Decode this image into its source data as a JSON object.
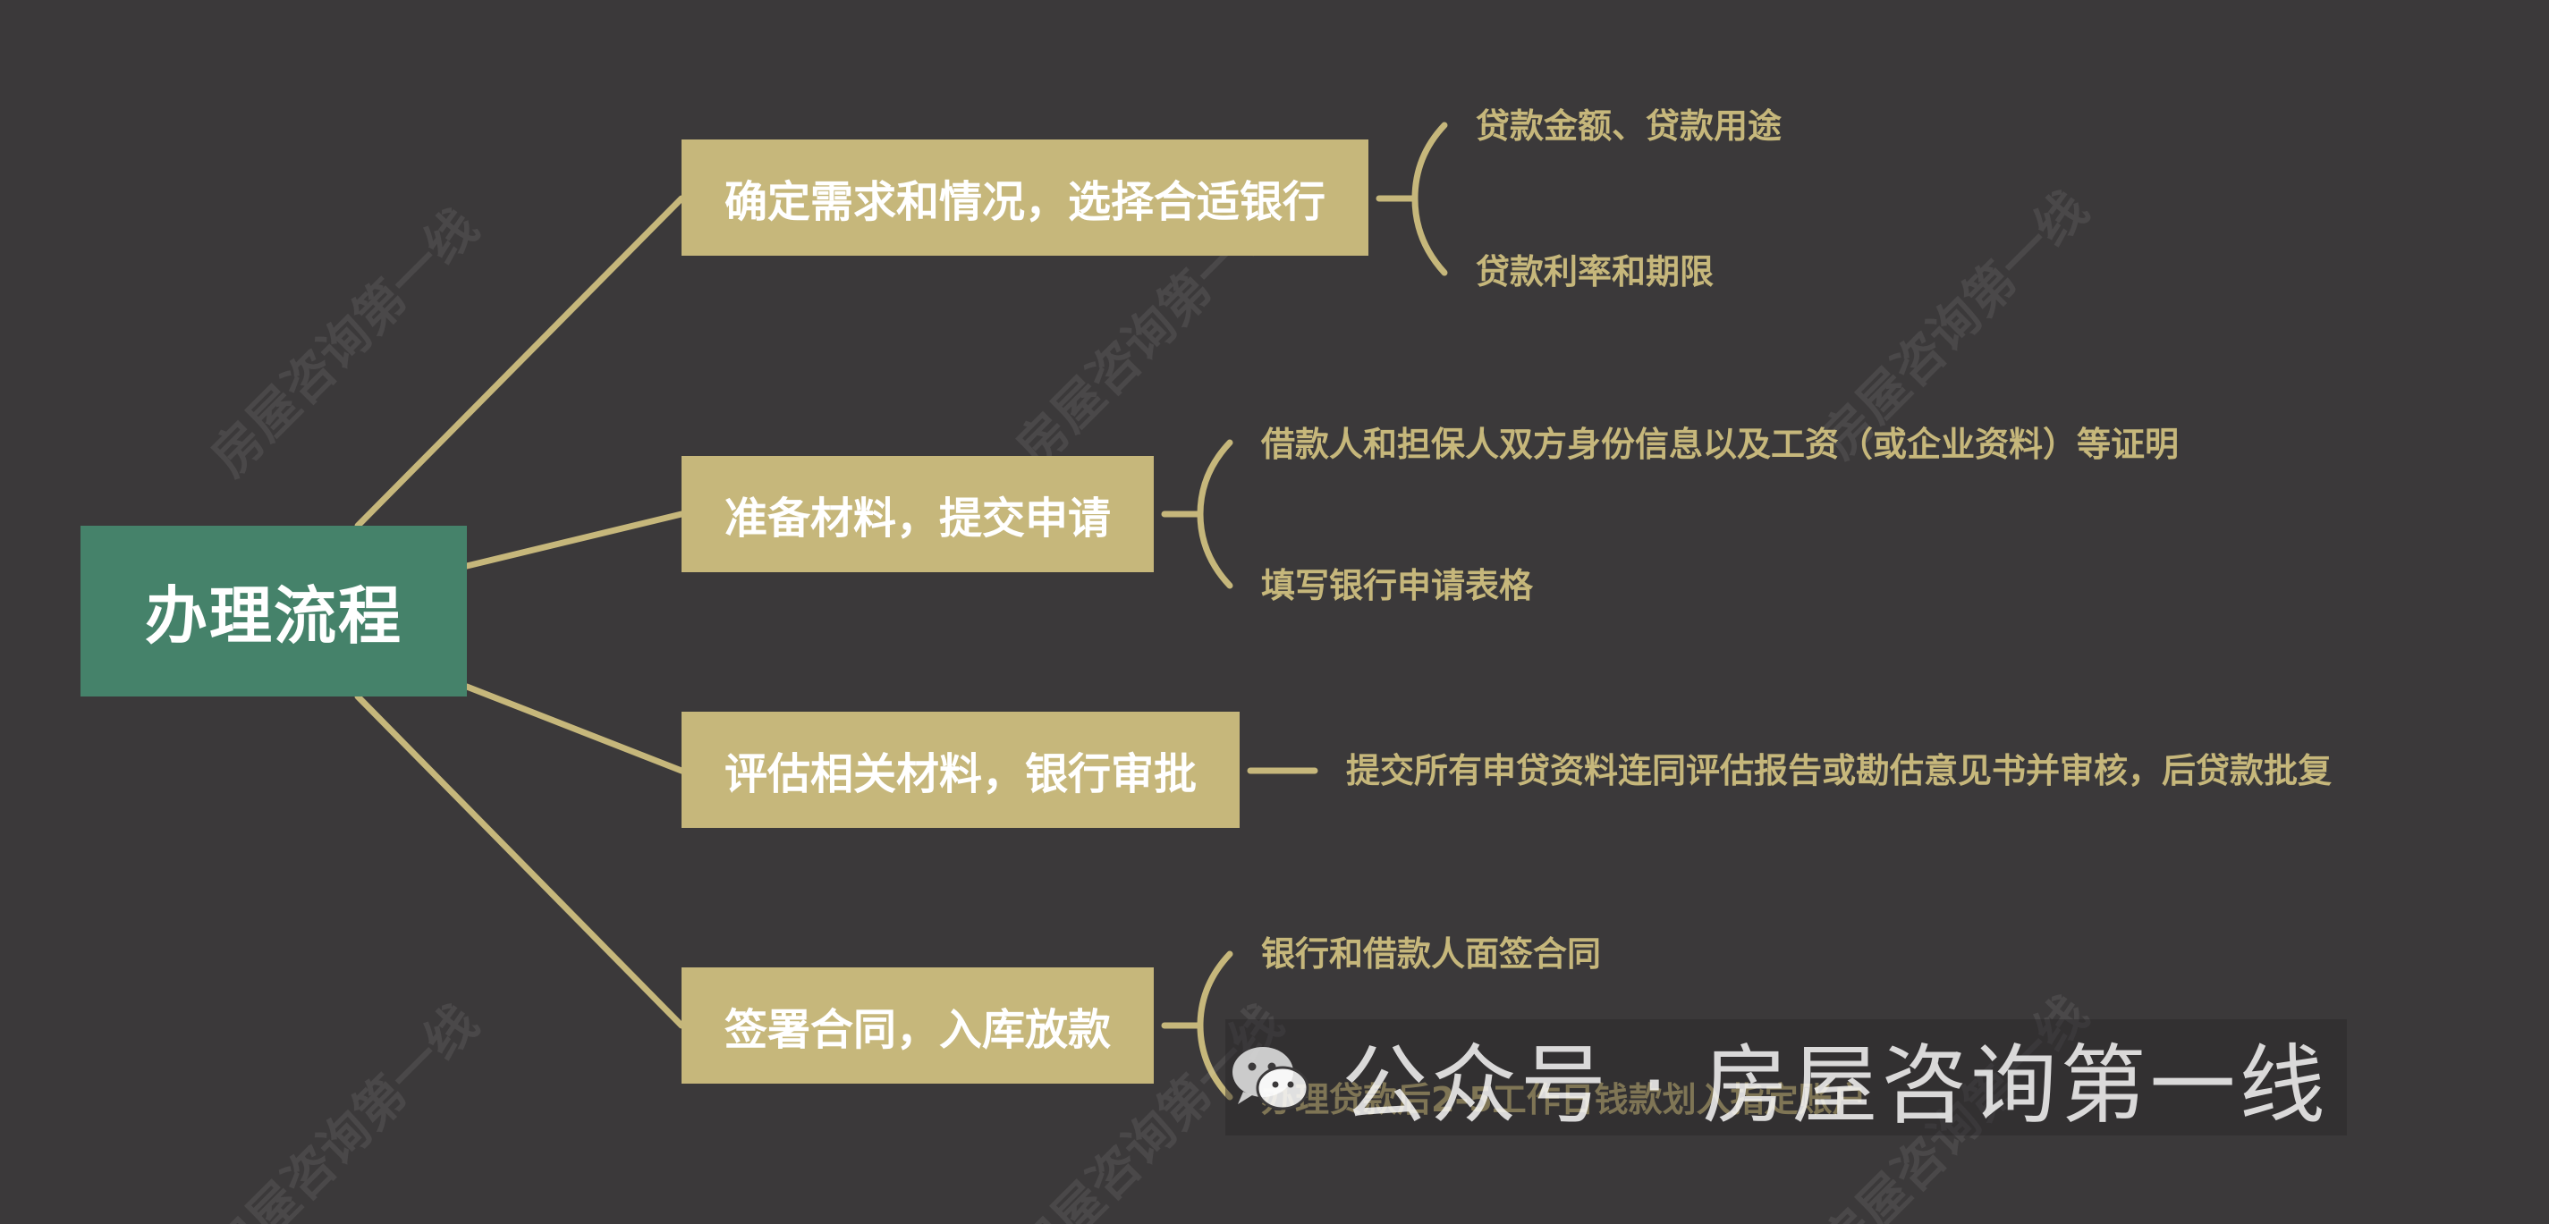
{
  "root": {
    "label": "办理流程"
  },
  "branches": [
    {
      "label": "确定需求和情况，选择合适银行",
      "children": [
        "贷款金额、贷款用途",
        "贷款利率和期限"
      ]
    },
    {
      "label": "准备材料，提交申请",
      "children": [
        "借款人和担保人双方身份信息以及工资（或企业资料）等证明",
        "填写银行申请表格"
      ]
    },
    {
      "label": "评估相关材料，银行审批",
      "children": [
        "提交所有申贷资料连同评估报告或勘估意见书并审核，后贷款批复"
      ]
    },
    {
      "label": "签署合同，入库放款",
      "children": [
        "银行和借款人面签合同",
        "办理贷款后2-5工作日钱款划入指定账户"
      ]
    }
  ],
  "watermark": {
    "text": "房屋咨询第一线"
  },
  "badge": {
    "text": "公众号 · 房屋咨询第一线",
    "icon": "wechat-icon"
  },
  "colors": {
    "background": "#3b393a",
    "root": "#45826a",
    "branch": "#c6b77b",
    "leaf_text": "#c6b77b",
    "connector": "#c6b77b"
  }
}
